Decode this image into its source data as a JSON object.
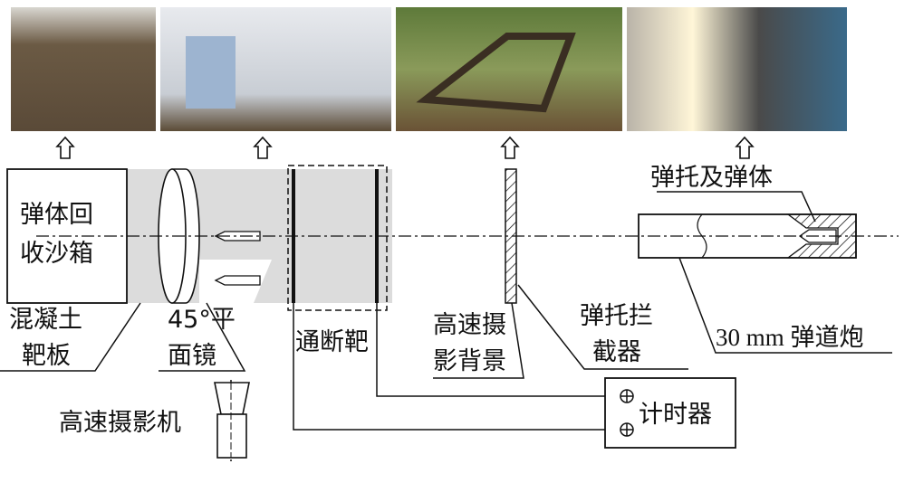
{
  "photos": [
    {
      "name": "concrete-target-photo"
    },
    {
      "name": "mirror-photo"
    },
    {
      "name": "high-speed-background-photo"
    },
    {
      "name": "gun-photo"
    }
  ],
  "labels": {
    "sandbox_line1": "弹体回",
    "sandbox_line2": "收沙箱",
    "concrete_line1": "混凝土",
    "concrete_line2": "靶板",
    "mirror_line1": "45°平",
    "mirror_line2": "面镜",
    "break_target": "通断靶",
    "background_line1": "高速摄",
    "background_line2": "影背景",
    "interceptor_line1": "弹托拦",
    "interceptor_line2": "截器",
    "gun": "30 mm 弹道炮",
    "sabot_projectile": "弹托及弹体",
    "camera": "高速摄影机",
    "timer": "计时器"
  },
  "colors": {
    "shade": "#dcdcdc",
    "line": "#111111"
  }
}
